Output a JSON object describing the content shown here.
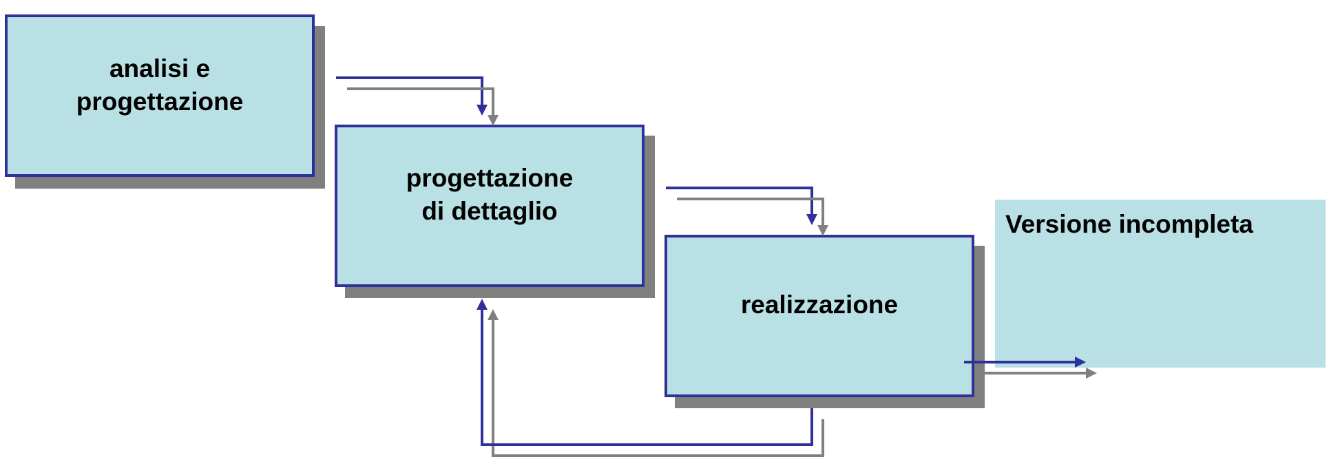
{
  "colors": {
    "box_fill": "#b9e0e4",
    "box_border": "#30309a",
    "shadow": "#808080",
    "arrow_primary": "#30309a",
    "arrow_secondary": "#808080",
    "note_fill": "#b9e0e4"
  },
  "boxes": {
    "analisi": {
      "line1": "analisi e",
      "line2": "progettazione"
    },
    "dettaglio": {
      "line1": "progettazione",
      "line2": "di dettaglio"
    },
    "realizzazione": {
      "label": "realizzazione"
    }
  },
  "note": {
    "label": "Versione incompleta"
  }
}
